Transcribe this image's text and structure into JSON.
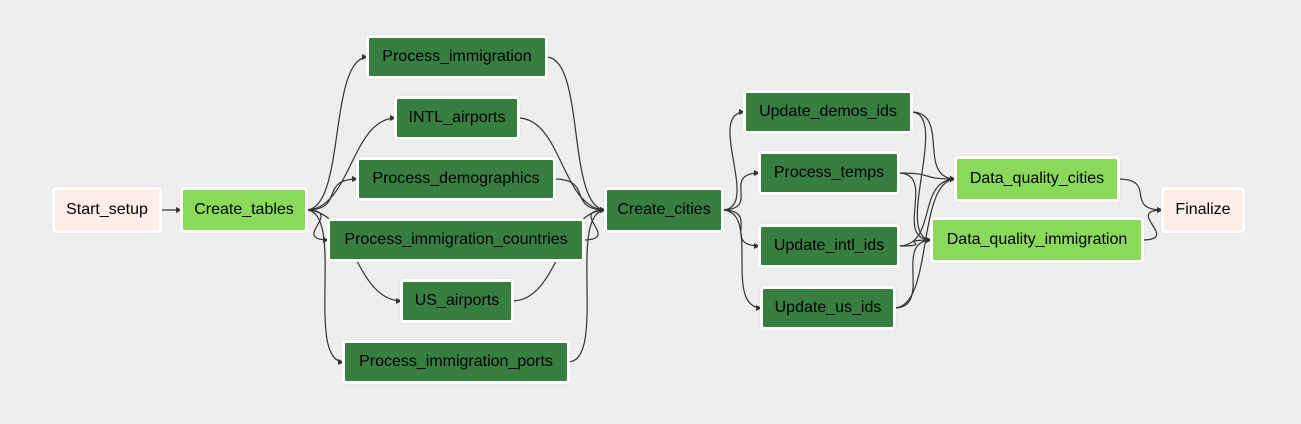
{
  "colors": {
    "background": "#eeeeee",
    "edge": "#333333",
    "status": {
      "pending": {
        "fill": "#fdeeea",
        "text": "#000000"
      },
      "running": {
        "fill": "#8ad95a",
        "text": "#000000"
      },
      "success": {
        "fill": "#367f41",
        "text": "#000000"
      }
    }
  },
  "dag": {
    "nodes": [
      {
        "id": "start_setup",
        "label": "Start_setup",
        "status": "pending"
      },
      {
        "id": "create_tables",
        "label": "Create_tables",
        "status": "running"
      },
      {
        "id": "process_immigration",
        "label": "Process_immigration",
        "status": "success"
      },
      {
        "id": "intl_airports",
        "label": "INTL_airports",
        "status": "success"
      },
      {
        "id": "process_demographics",
        "label": "Process_demographics",
        "status": "success"
      },
      {
        "id": "process_immigration_countries",
        "label": "Process_immigration_countries",
        "status": "success"
      },
      {
        "id": "us_airports",
        "label": "US_airports",
        "status": "success"
      },
      {
        "id": "process_immigration_ports",
        "label": "Process_immigration_ports",
        "status": "success"
      },
      {
        "id": "create_cities",
        "label": "Create_cities",
        "status": "success"
      },
      {
        "id": "update_demos_ids",
        "label": "Update_demos_ids",
        "status": "success"
      },
      {
        "id": "process_temps",
        "label": "Process_temps",
        "status": "success"
      },
      {
        "id": "update_intl_ids",
        "label": "Update_intl_ids",
        "status": "success"
      },
      {
        "id": "update_us_ids",
        "label": "Update_us_ids",
        "status": "success"
      },
      {
        "id": "data_quality_cities",
        "label": "Data_quality_cities",
        "status": "running"
      },
      {
        "id": "data_quality_immigration",
        "label": "Data_quality_immigration",
        "status": "running"
      },
      {
        "id": "finalize",
        "label": "Finalize",
        "status": "pending"
      }
    ],
    "edges": [
      [
        "start_setup",
        "create_tables"
      ],
      [
        "create_tables",
        "process_immigration"
      ],
      [
        "create_tables",
        "intl_airports"
      ],
      [
        "create_tables",
        "process_demographics"
      ],
      [
        "create_tables",
        "process_immigration_countries"
      ],
      [
        "create_tables",
        "us_airports"
      ],
      [
        "create_tables",
        "process_immigration_ports"
      ],
      [
        "process_immigration",
        "create_cities"
      ],
      [
        "intl_airports",
        "create_cities"
      ],
      [
        "process_demographics",
        "create_cities"
      ],
      [
        "process_immigration_countries",
        "create_cities"
      ],
      [
        "us_airports",
        "create_cities"
      ],
      [
        "process_immigration_ports",
        "create_cities"
      ],
      [
        "create_cities",
        "update_demos_ids"
      ],
      [
        "create_cities",
        "process_temps"
      ],
      [
        "create_cities",
        "update_intl_ids"
      ],
      [
        "create_cities",
        "update_us_ids"
      ],
      [
        "update_demos_ids",
        "data_quality_cities"
      ],
      [
        "update_demos_ids",
        "data_quality_immigration"
      ],
      [
        "process_temps",
        "data_quality_cities"
      ],
      [
        "process_temps",
        "data_quality_immigration"
      ],
      [
        "update_intl_ids",
        "data_quality_cities"
      ],
      [
        "update_intl_ids",
        "data_quality_immigration"
      ],
      [
        "update_us_ids",
        "data_quality_cities"
      ],
      [
        "update_us_ids",
        "data_quality_immigration"
      ],
      [
        "data_quality_cities",
        "finalize"
      ],
      [
        "data_quality_immigration",
        "finalize"
      ]
    ]
  }
}
